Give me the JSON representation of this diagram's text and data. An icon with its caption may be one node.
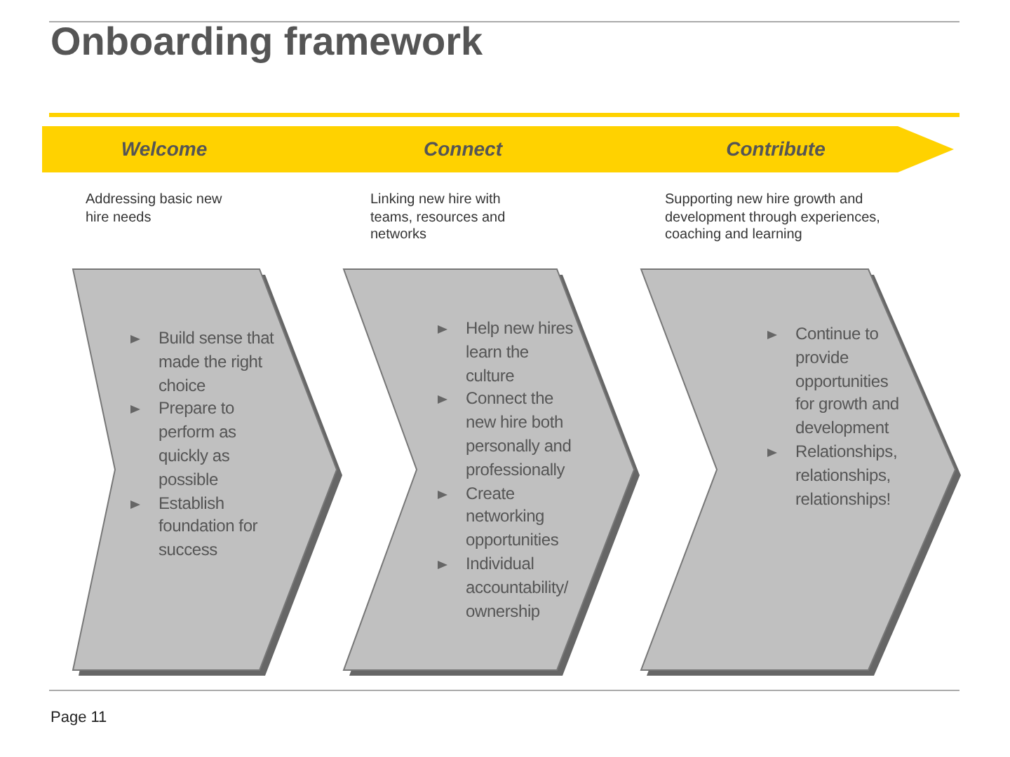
{
  "diagram": {
    "title": "Onboarding framework",
    "nodes": [
      {
        "text": [
          "Welcome",
          "Connect",
          "Contribute"
        ]
      },
      {
        "text": [
          "Build sense that made the right choice",
          "Prepare to perform as quickly as possible",
          "Establish foundation for success"
        ]
      },
      {
        "text": [
          "Help new hires learn the culture",
          "Connect the new hire both personally and professionally",
          "Create networking opportunities",
          "Individual accountability/ ownership"
        ]
      },
      {
        "text": [
          "Continue to provide opportunities for growth and development",
          "Relationships, relationships, relationships!"
        ]
      }
    ],
    "labels": [
      "Addressing basic new hire needs",
      "Linking new hire with teams, resources and networks",
      "Supporting new hire growth and development through experiences, coaching and learning",
      "Page 11"
    ]
  }
}
